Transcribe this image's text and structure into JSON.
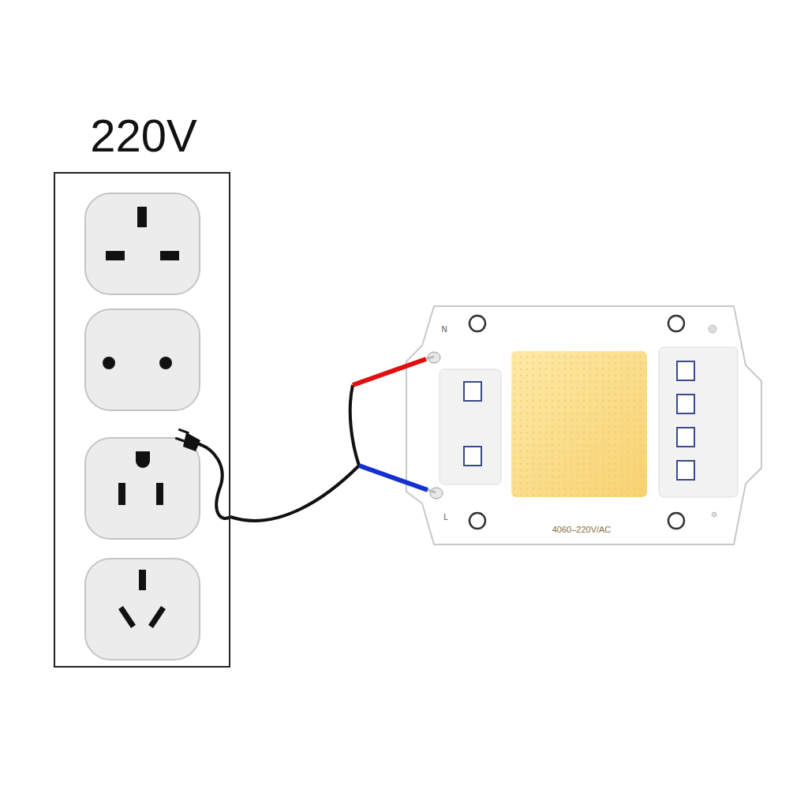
{
  "diagram": {
    "nodes": [
      {
        "text": [
          "220V"
        ]
      },
      {
        "text": [
          "N",
          "L",
          "4060–220V/AC"
        ]
      }
    ],
    "edges": [
      {
        "from": 0,
        "to": 1,
        "arrow": "none"
      }
    ]
  }
}
